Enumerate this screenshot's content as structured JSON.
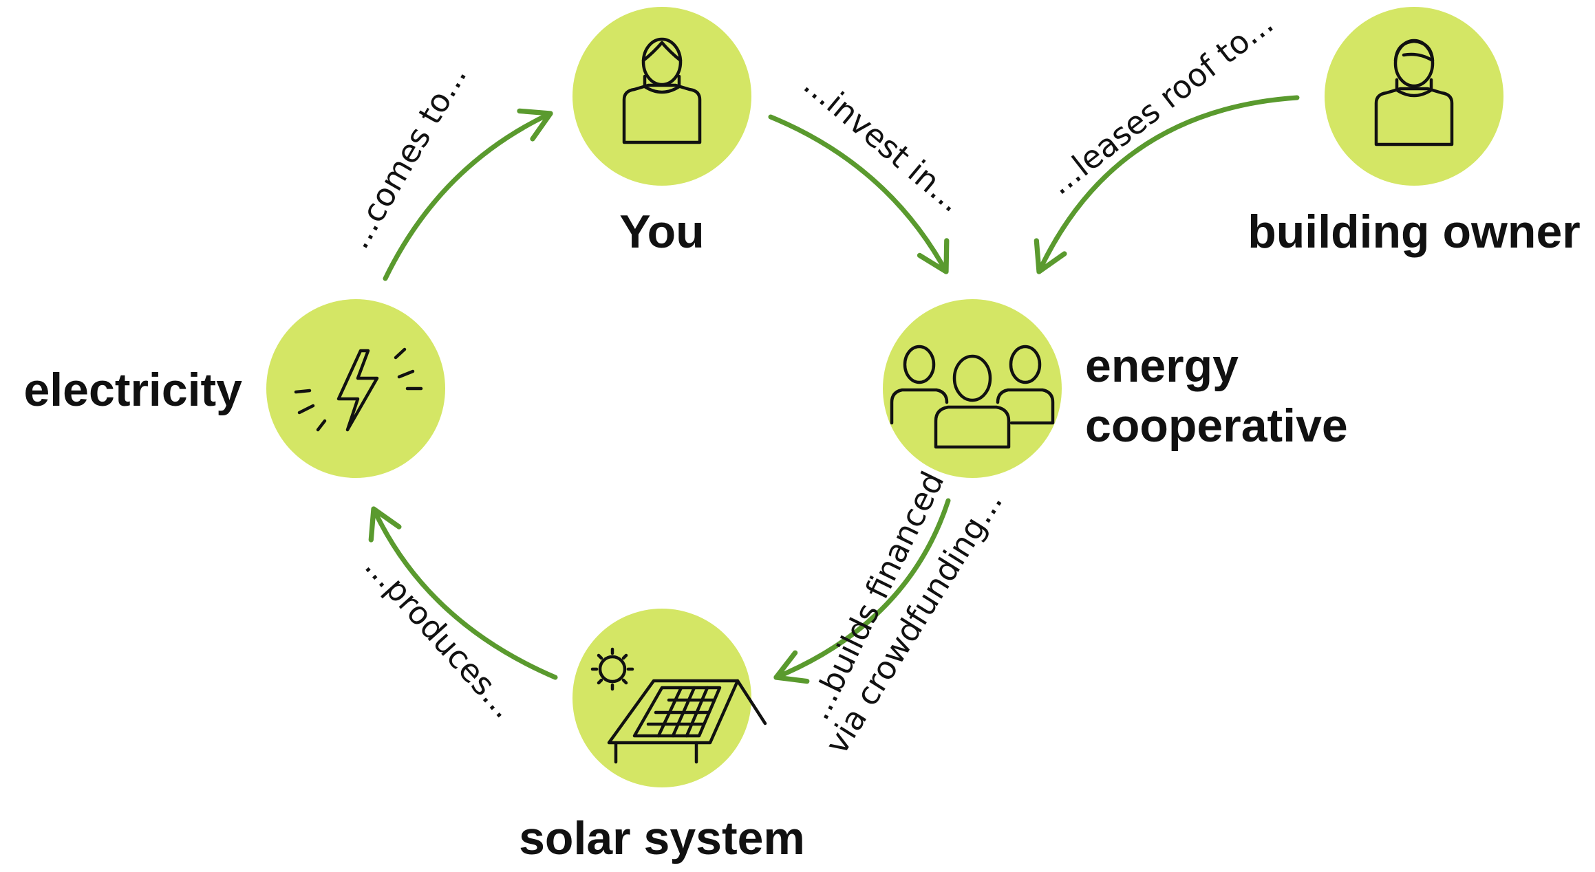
{
  "colors": {
    "circle_fill": "#d4e665",
    "arrow": "#5a9a2e",
    "text": "#111111"
  },
  "nodes": {
    "you": {
      "label": "You",
      "icon": "person-icon"
    },
    "building_owner": {
      "label": "building owner",
      "icon": "person-icon"
    },
    "energy_cooperative": {
      "label_line1": "energy",
      "label_line2": "cooperative",
      "icon": "group-icon"
    },
    "solar_system": {
      "label": "solar system",
      "icon": "solar-panel-icon"
    },
    "electricity": {
      "label": "electricity",
      "icon": "lightning-icon"
    }
  },
  "edges": {
    "you_to_cooperative": "...invest in...",
    "owner_to_cooperative": "...leases roof to...",
    "cooperative_to_solar_line1": "...builds financed",
    "cooperative_to_solar_line2": "via crowdfunding...",
    "solar_to_electricity": "...produces...",
    "electricity_to_you": "...comes to..."
  }
}
